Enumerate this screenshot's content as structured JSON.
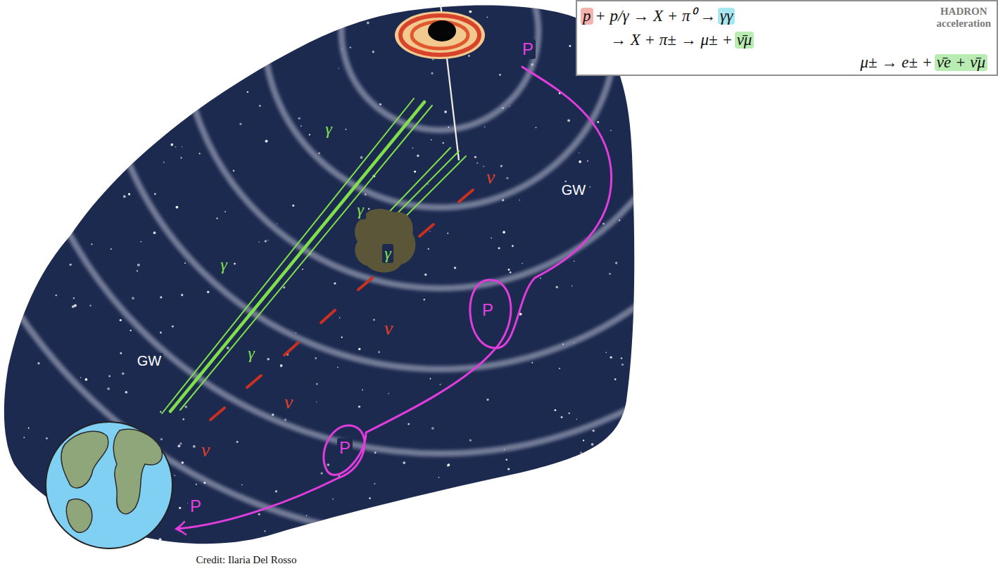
{
  "diagram": {
    "nodes": [
      {
        "text": [
          "p + p/γ → X + π⁰ → γγ",
          "→ X + π± → μ± + ν̄μ",
          "μ± → e± + ν̄e + ν̄μ",
          "HADRON acceleration"
        ]
      }
    ],
    "labels": [
      "P",
      "γ",
      "ν",
      "GW",
      "γ",
      "γ",
      "γ",
      "P",
      "ν",
      "γ",
      "GW",
      "ν",
      "P",
      "ν",
      "P",
      "Credit: Ilaria Del Rosso"
    ]
  }
}
